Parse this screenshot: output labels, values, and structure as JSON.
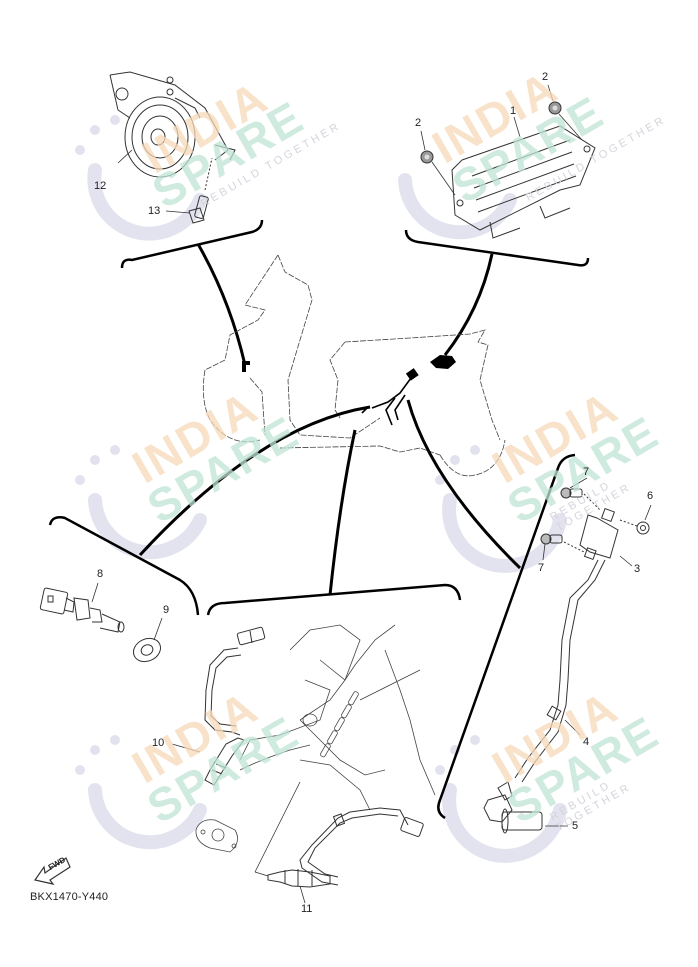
{
  "diagram": {
    "code": "BKX1470-Y440",
    "fwd_label": "FWD",
    "line_color": "#000000",
    "stroke_color": "#333333",
    "background": "#ffffff"
  },
  "watermark": {
    "line1": "INDIA",
    "line2": "SPARE",
    "tagline": "REBUILD TOGETHER",
    "color_india": "#f6d9b8",
    "color_spare": "#bfe3d3",
    "color_icon": "#dcdcec"
  },
  "callouts": [
    {
      "number": "1",
      "part": "rectifier-regulator"
    },
    {
      "number": "2",
      "part": "nut"
    },
    {
      "number": "2",
      "part": "nut"
    },
    {
      "number": "3",
      "part": "ignition-coil"
    },
    {
      "number": "4",
      "part": "clamp"
    },
    {
      "number": "5",
      "part": "spark-plug-cap"
    },
    {
      "number": "6",
      "part": "washer"
    },
    {
      "number": "7",
      "part": "bolt"
    },
    {
      "number": "7",
      "part": "bolt"
    },
    {
      "number": "8",
      "part": "temperature-sensor"
    },
    {
      "number": "9",
      "part": "gasket"
    },
    {
      "number": "10",
      "part": "oxygen-sensor-front"
    },
    {
      "number": "11",
      "part": "oxygen-sensor-rear"
    },
    {
      "number": "12",
      "part": "horn"
    },
    {
      "number": "13",
      "part": "bolt"
    }
  ]
}
